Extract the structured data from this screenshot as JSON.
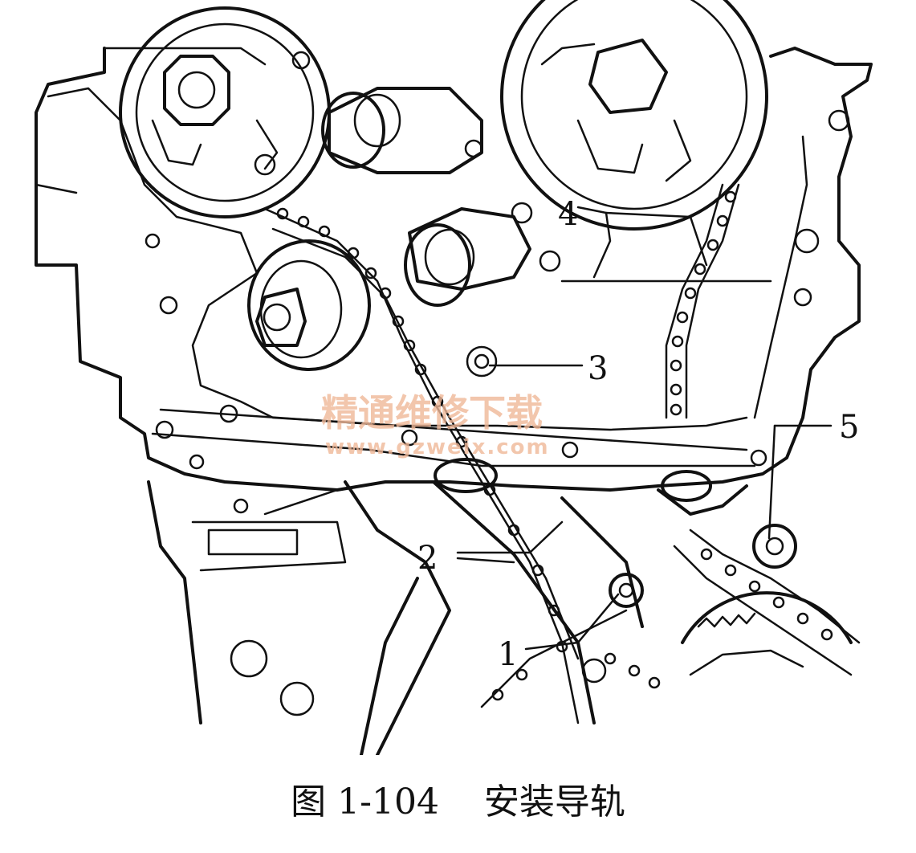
{
  "figure": {
    "caption": "图 1-104    安装导轨"
  },
  "callouts": [
    {
      "id": "1",
      "label": "1"
    },
    {
      "id": "2",
      "label": "2"
    },
    {
      "id": "3",
      "label": "3"
    },
    {
      "id": "4",
      "label": "4"
    },
    {
      "id": "5",
      "label": "5"
    }
  ],
  "watermark": {
    "text_cn": "精通维修下载",
    "text_url": "www.gzweix.com"
  }
}
